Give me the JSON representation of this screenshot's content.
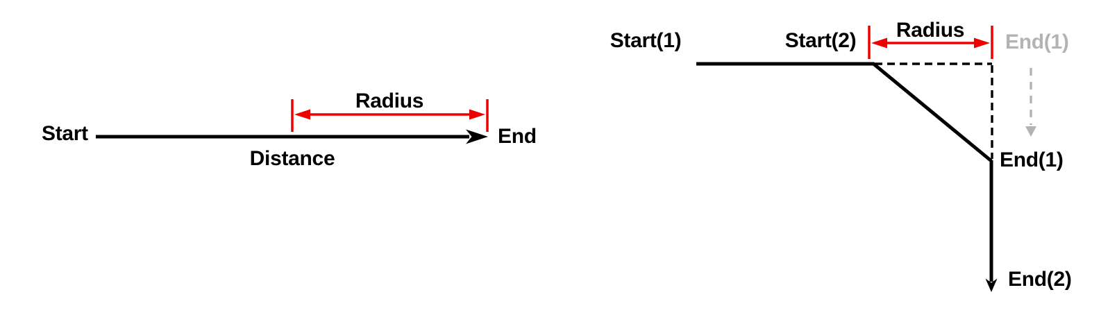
{
  "canvas": {
    "background": "#ffffff"
  },
  "colors": {
    "ink": "#000000",
    "red": "#ee0000",
    "gray": "#b3b3b3"
  },
  "left_diagram": {
    "start_label": "Start",
    "end_label": "End",
    "distance_label": "Distance",
    "radius_label": "Radius"
  },
  "right_diagram": {
    "start1_label": "Start(1)",
    "start2_label": "Start(2)",
    "radius_label": "Radius",
    "ghost_end1_label": "End(1)",
    "end1_label": "End(1)",
    "end2_label": "End(2)"
  }
}
